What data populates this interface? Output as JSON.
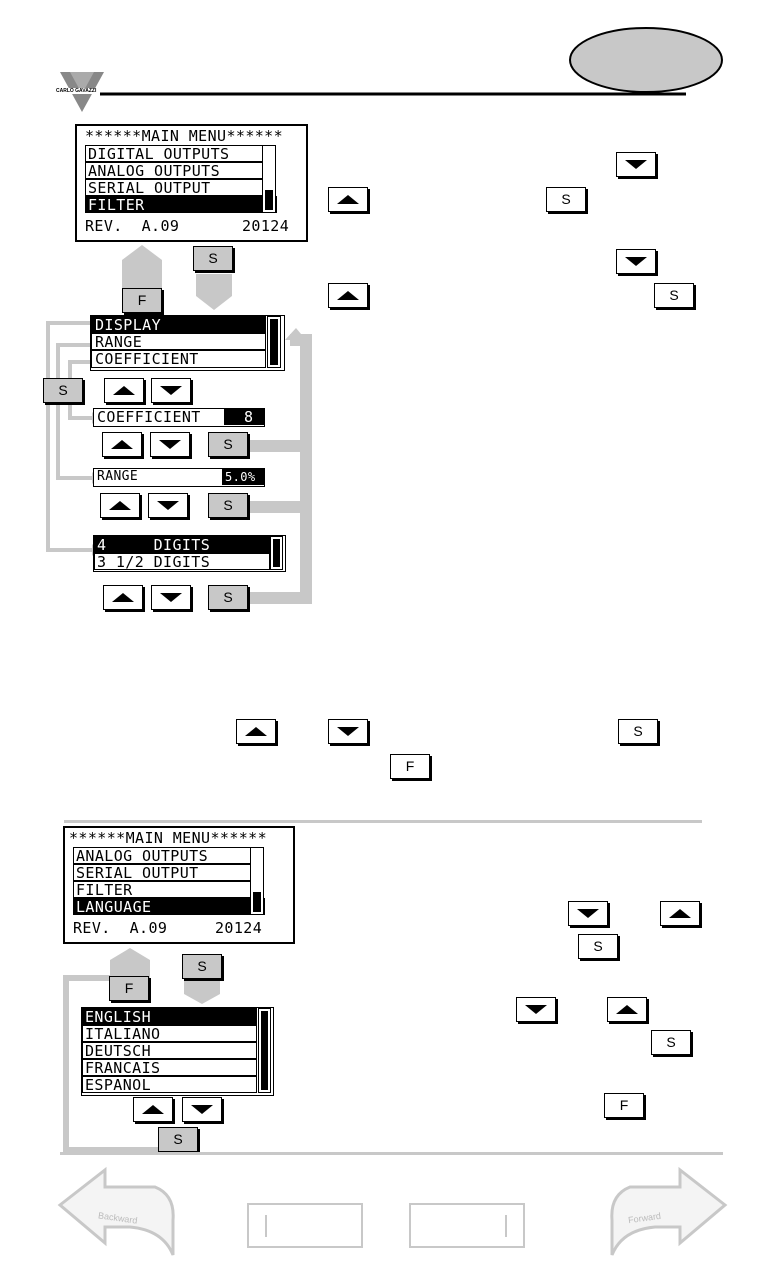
{
  "brand": {
    "logo_text": "CARLO GAVAZZI"
  },
  "menu1": {
    "title": "******MAIN MENU******",
    "items": [
      "DIGITAL OUTPUTS",
      "ANALOG OUTPUTS",
      "SERIAL OUTPUT",
      "FILTER"
    ],
    "rev": "REV.  A.09",
    "code": "20124"
  },
  "filter_menu": {
    "items": [
      "DISPLAY",
      "RANGE",
      "COEFFICIENT"
    ]
  },
  "coefficient": {
    "label": "COEFFICIENT",
    "value": "8"
  },
  "range": {
    "label": "RANGE",
    "value": "5.0%"
  },
  "display_opts": {
    "items": [
      "4     DIGITS",
      "3 1/2 DIGITS"
    ]
  },
  "menu2": {
    "title": "******MAIN MENU******",
    "items": [
      "ANALOG OUTPUTS",
      "SERIAL OUTPUT",
      "FILTER",
      "LANGUAGE"
    ],
    "rev": "REV.  A.09",
    "code": "20124"
  },
  "languages": {
    "items": [
      "ENGLISH",
      "ITALIANO",
      "DEUTSCH",
      "FRANCAIS",
      "ESPANOL"
    ]
  },
  "keys": {
    "s": "S",
    "f": "F"
  },
  "nav": {
    "back_label": "Backward",
    "forward_label": "Forward"
  },
  "colors": {
    "key_gray": "#c8c8c8",
    "connector_gray": "#c8c8c8",
    "oval_gray": "#c8c8c8"
  }
}
